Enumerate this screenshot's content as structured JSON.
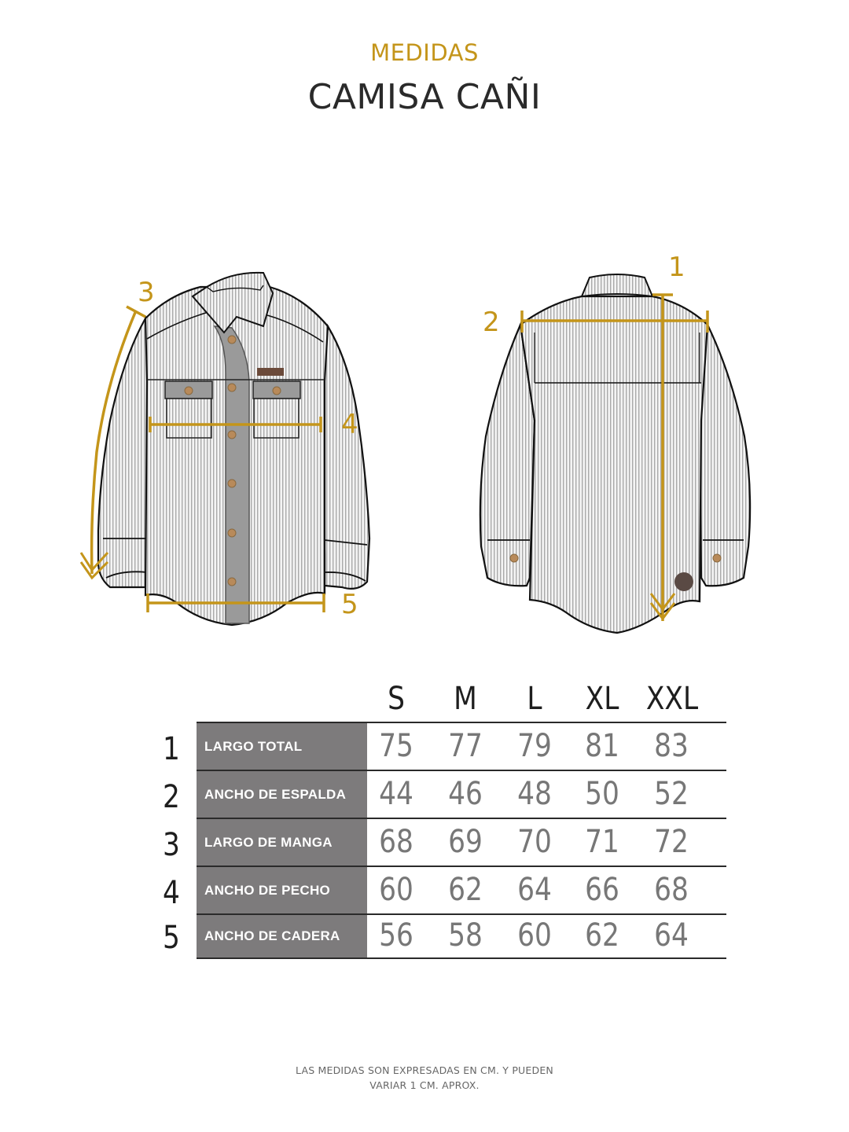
{
  "header": {
    "eyebrow": "MEDIDAS",
    "title": "CAMISA CAÑI"
  },
  "colors": {
    "accent_gold": "#c4951a",
    "label_cell_bg": "#7d7b7c",
    "value_text": "#777777",
    "row_number_text": "#1e1e1e",
    "placket_gray": "#9a9a9a",
    "button_brown": "#b88a5a",
    "patch_brown": "#6b4a3a"
  },
  "figures": {
    "front": {
      "description": "front-view-shirt-sketch",
      "markers": [
        {
          "id": "3",
          "label": "3",
          "meaning": "sleeve-length-arc"
        },
        {
          "id": "4",
          "label": "4",
          "meaning": "chest-width"
        },
        {
          "id": "5",
          "label": "5",
          "meaning": "hip-width"
        }
      ]
    },
    "back": {
      "description": "back-view-shirt-sketch",
      "markers": [
        {
          "id": "1",
          "label": "1",
          "meaning": "total-length"
        },
        {
          "id": "2",
          "label": "2",
          "meaning": "back-width"
        }
      ]
    }
  },
  "size_table": {
    "sizes": [
      "S",
      "M",
      "L",
      "XL",
      "XXL"
    ],
    "rows": [
      {
        "num": "1",
        "label": "LARGO TOTAL",
        "values": [
          "75",
          "77",
          "79",
          "81",
          "83"
        ]
      },
      {
        "num": "2",
        "label": "ANCHO DE ESPALDA",
        "values": [
          "44",
          "46",
          "48",
          "50",
          "52"
        ]
      },
      {
        "num": "3",
        "label": "LARGO DE MANGA",
        "values": [
          "68",
          "69",
          "70",
          "71",
          "72"
        ]
      },
      {
        "num": "4",
        "label": "ANCHO DE PECHO",
        "values": [
          "60",
          "62",
          "64",
          "66",
          "68"
        ]
      },
      {
        "num": "5",
        "label": "ANCHO DE CADERA",
        "values": [
          "56",
          "58",
          "60",
          "62",
          "64"
        ]
      }
    ]
  },
  "footer": {
    "line1": "LAS MEDIDAS SON EXPRESADAS EN CM. Y PUEDEN",
    "line2": "VARIAR 1 CM. APROX."
  }
}
